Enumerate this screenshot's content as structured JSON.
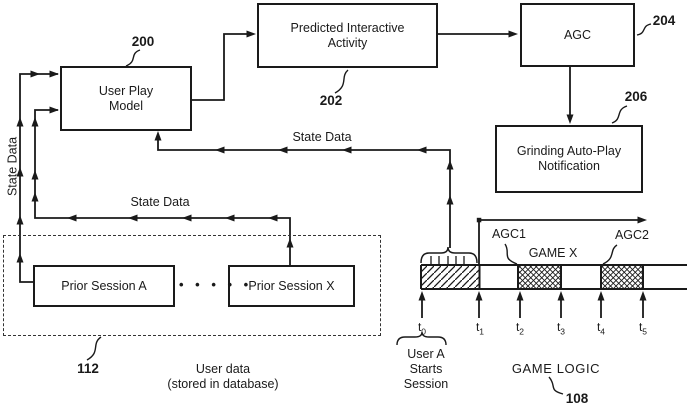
{
  "boxes": {
    "user_play_model": {
      "lines": [
        "User Play",
        "Model"
      ],
      "ref": "200"
    },
    "predicted_activity": {
      "lines": [
        "Predicted Interactive",
        "Activity"
      ],
      "ref": "202"
    },
    "agc": {
      "lines": [
        "AGC"
      ],
      "ref": "204"
    },
    "grinding_notification": {
      "lines": [
        "Grinding Auto-Play",
        "Notification"
      ],
      "ref": "206"
    },
    "prior_session_a": {
      "lines": [
        "Prior Session A"
      ]
    },
    "prior_session_x": {
      "lines": [
        "Prior Session X"
      ]
    }
  },
  "group": {
    "ref": "112",
    "caption": [
      "User data",
      "(stored in database)"
    ],
    "dots": "• • • • •"
  },
  "labels": {
    "state_data_left": "State Data",
    "state_data_upper": "State Data",
    "state_data_lower": "State Data"
  },
  "timeline": {
    "label": "GAME LOGIC",
    "ref": "108",
    "agc1": "AGC1",
    "game_x": "GAME X",
    "agc2": "AGC2",
    "ticks": [
      {
        "base": "t",
        "sub": "0"
      },
      {
        "base": "t",
        "sub": "1"
      },
      {
        "base": "t",
        "sub": "2"
      },
      {
        "base": "t",
        "sub": "3"
      },
      {
        "base": "t",
        "sub": "4"
      },
      {
        "base": "t",
        "sub": "5"
      }
    ],
    "start_note": [
      "User A",
      "Starts",
      "Session"
    ]
  },
  "colors": {
    "line": "#1a1a1a",
    "background": "#ffffff"
  }
}
